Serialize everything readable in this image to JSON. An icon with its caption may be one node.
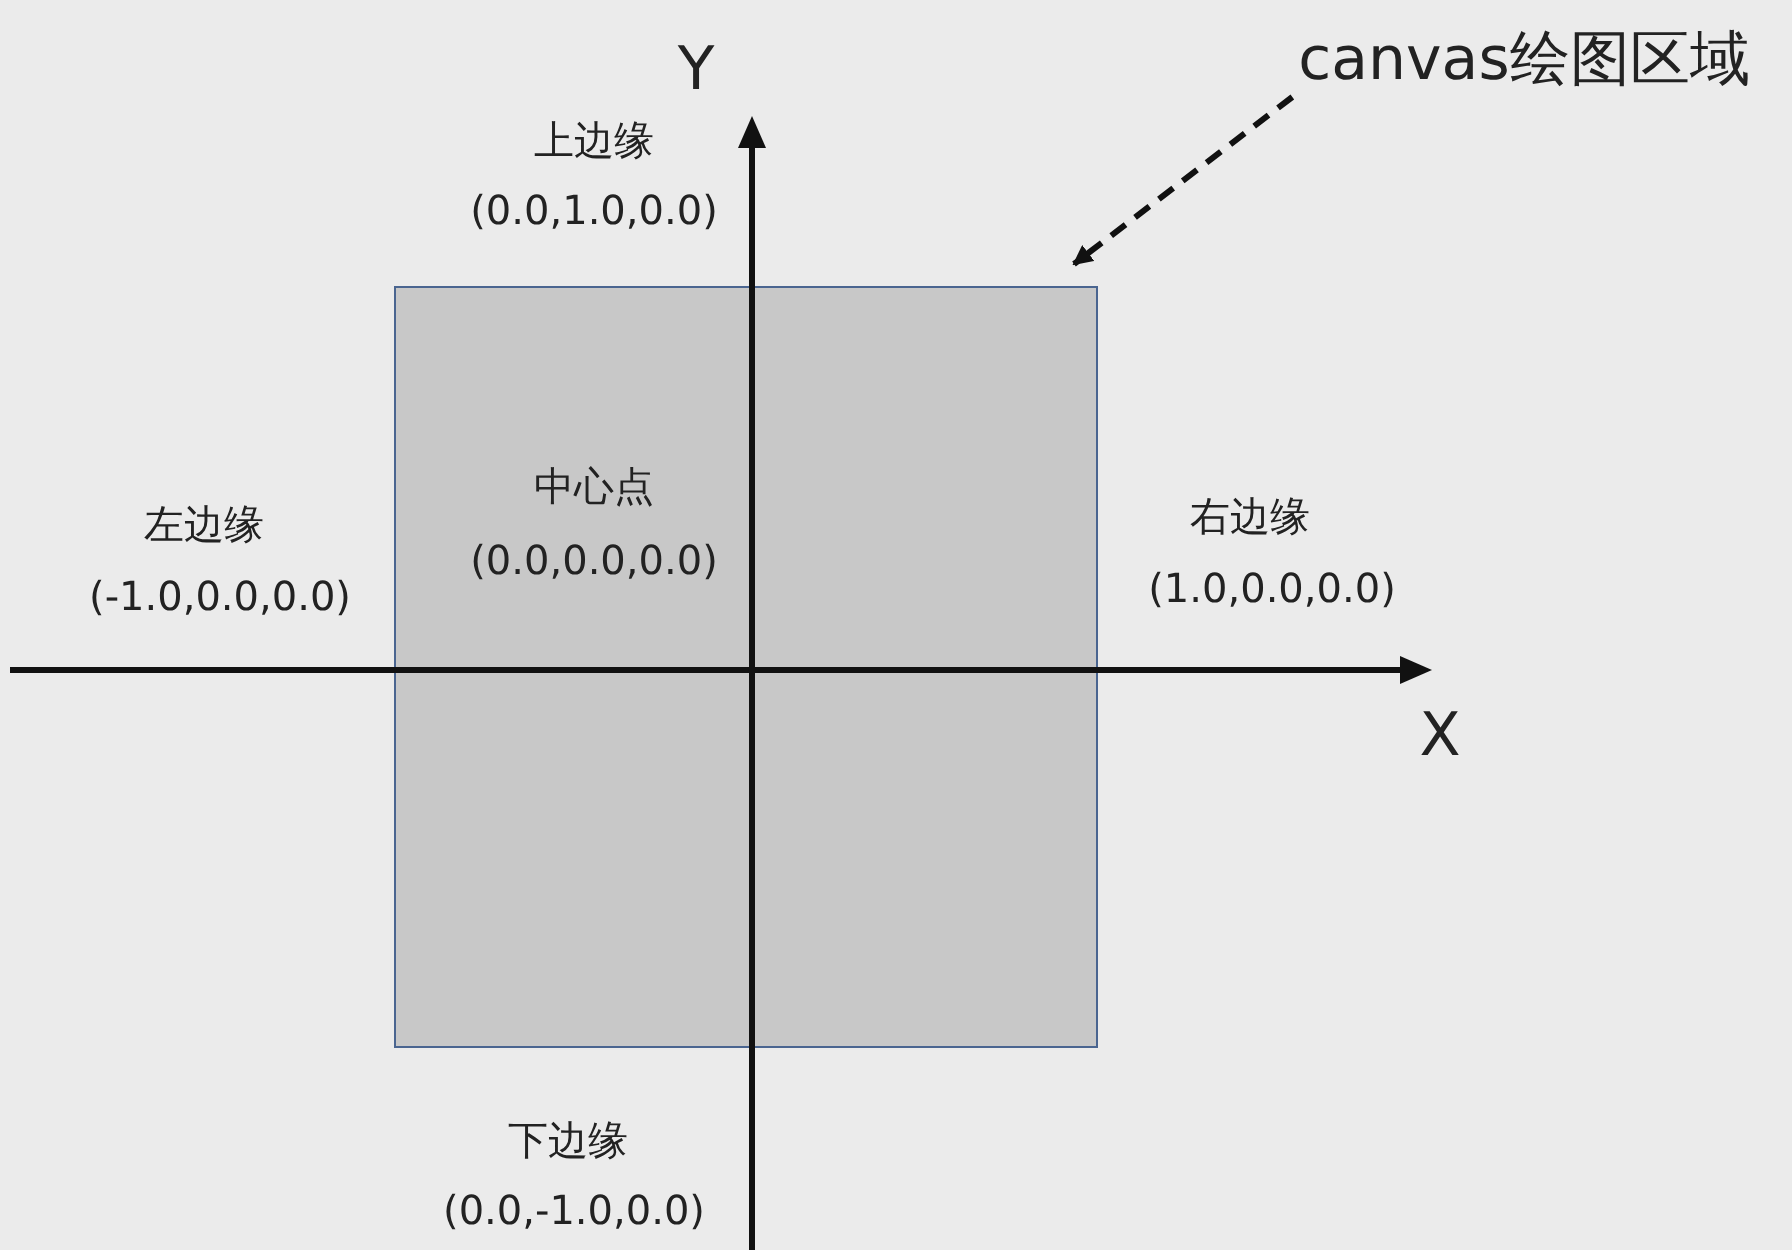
{
  "diagram": {
    "nodes": [
      {
        "text": [
          "canvas绘图区域"
        ]
      },
      {
        "text": [],
        "shape": "box"
      }
    ],
    "edges": [
      {
        "from": 0,
        "to": 1,
        "arrow": "to",
        "style": "dashed"
      }
    ],
    "labels": [
      "Y",
      "上边缘",
      "(0.0,1.0,0.0)",
      "中心点",
      "(0.0,0.0,0.0)",
      "左边缘",
      "右边缘",
      "(-1.0,0.0,0.0)",
      "(1.0,0.0,0.0)",
      "X",
      "下边缘",
      "(0.0,-1.0,0.0)"
    ]
  }
}
